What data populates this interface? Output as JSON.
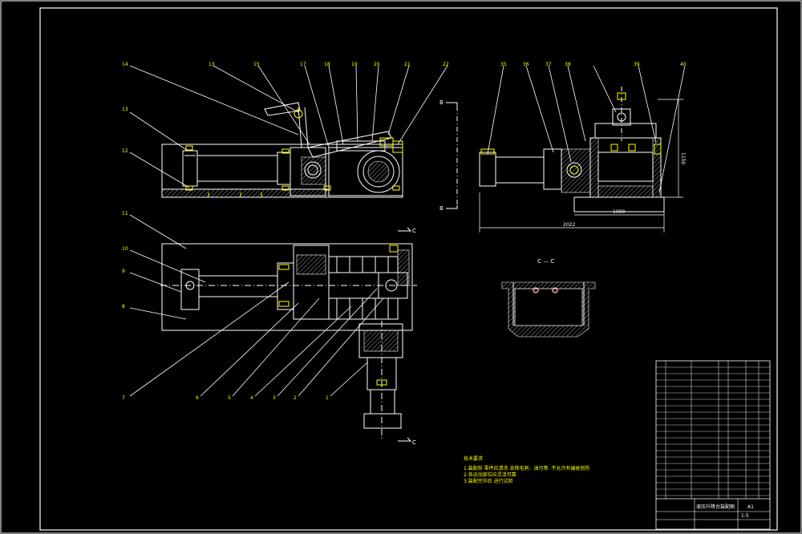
{
  "section_label": "C — C",
  "view_label_b": "B",
  "view_label_c": "C",
  "leaders_top": [
    "14",
    "13",
    "15",
    "17",
    "18",
    "19",
    "20",
    "21",
    "22"
  ],
  "leaders_left": [
    "13",
    "12",
    "11",
    "10",
    "9",
    "8"
  ],
  "leaders_bottom": [
    "7",
    "6",
    "5",
    "4",
    "3",
    "2",
    "1"
  ],
  "leaders_right": [
    "35",
    "36",
    "37",
    "38",
    "39",
    "40"
  ],
  "dimensions": {
    "overall_width": "2022",
    "base_width": "1000",
    "height": "1150"
  },
  "notes": {
    "heading": "技术要求",
    "lines": [
      "1.装配前 零件应清洗 去除毛刺、油污等. 不允许有磕碰划伤",
      "2.各运动部位应灵活可靠",
      "3.装配完毕后 进行试验"
    ]
  },
  "title_block": {
    "drawing_name": "液压升降台装配图",
    "scale": "1:5",
    "sheet": "A1"
  }
}
